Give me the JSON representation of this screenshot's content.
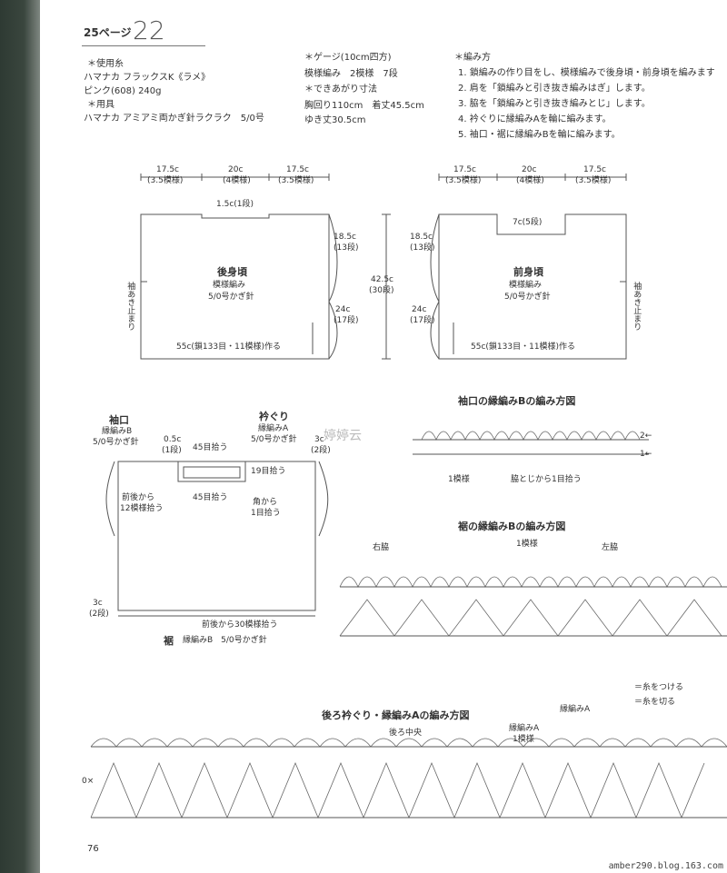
{
  "header": {
    "ref_page": "25ページ",
    "pattern_no": "22"
  },
  "materials": {
    "yarn_heading": "＊使用糸",
    "yarn_name": "ハマナカ フラックスK《ラメ》",
    "yarn_color": "ピンク(608) 240g",
    "tools_heading": "＊用具",
    "tools_name": "ハマナカ アミアミ両かぎ針ラクラク　5/0号"
  },
  "gauge": {
    "heading": "＊ゲージ(10cm四方)",
    "value": "模様編み　2模様　7段",
    "size_heading": "＊できあがり寸法",
    "size_line1": "胸回り110cm　着丈45.5cm",
    "size_line2": "ゆき丈30.5cm"
  },
  "instructions": {
    "heading": "＊編み方",
    "steps": [
      "1. 鎖編みの作り目をし、模様編みで後身頃・前身頃を編みます",
      "2. 肩を「鎖編みと引き抜き編みはぎ」します。",
      "3. 脇を「鎖編みと引き抜き編みとじ」します。",
      "4. 衿ぐりに縁編みAを輪に編みます。",
      "5. 袖口・裾に縁編みBを輪に編みます。"
    ]
  },
  "back_body": {
    "top_left": "17.5c",
    "top_left_sub": "(3.5模様)",
    "top_mid": "20c",
    "top_mid_sub": "(4模様)",
    "top_right": "17.5c",
    "top_right_sub": "(3.5模様)",
    "neck": "1.5c(1段)",
    "title": "後身頃",
    "stitch": "模様編み",
    "hook": "5/0号かぎ針",
    "upper": "18.5c",
    "upper_sub": "(13段)",
    "lower": "24c",
    "lower_sub": "(17段)",
    "bottom": "55c(鎖133目・11模様)作る",
    "side_note": "袖あき止まり"
  },
  "total": {
    "length": "42.5c",
    "rows": "(30段)"
  },
  "front_body": {
    "top_left": "17.5c",
    "top_left_sub": "(3.5模様)",
    "top_mid": "20c",
    "top_mid_sub": "(4模様)",
    "top_right": "17.5c",
    "top_right_sub": "(3.5模様)",
    "neck": "7c(5段)",
    "title": "前身頃",
    "stitch": "模様編み",
    "hook": "5/0号かぎ針",
    "upper": "18.5c",
    "upper_sub": "(13段)",
    "lower": "24c",
    "lower_sub": "(17段)",
    "bottom": "55c(鎖133目・11模様)作る",
    "side_note": "袖あき止まり"
  },
  "assembly": {
    "cuff_title": "袖口",
    "cuff_stitch": "縁編みB",
    "cuff_hook": "5/0号かぎ針",
    "cuff_pick": "前後から",
    "cuff_pick2": "12模様拾う",
    "neck_title": "衿ぐり",
    "neck_stitch": "縁編みA",
    "neck_hook": "5/0号かぎ針",
    "dim_05": "0.5c",
    "dim_05_sub": "(1段)",
    "pick_45_top": "45目拾う",
    "pick_19": "19目拾う",
    "pick_45_bottom": "45目拾う",
    "corner": "角から",
    "corner2": "1目拾う",
    "dim_3c_right": "3c",
    "dim_3c_right_sub": "(2段)",
    "dim_3c_left": "3c",
    "dim_3c_left_sub": "(2段)",
    "hem_pick": "前後から30模様拾う",
    "hem_title": "裾",
    "hem_stitch": "縁編みB　5/0号かぎ針"
  },
  "chart_cuff": {
    "title": "袖口の縁編みBの編み方図",
    "repeat": "1模様",
    "note": "脇とじから1目拾う",
    "row2": "2←",
    "row1": "1←"
  },
  "chart_hem": {
    "title": "裾の縁編みBの編み方図",
    "right_side": "右脇",
    "repeat": "1模様",
    "left_side": "左脇"
  },
  "legend": {
    "attach": "＝糸をつける",
    "cut": "＝糸を切る"
  },
  "chart_neck": {
    "title": "後ろ衿ぐり・縁編みAの編み方図",
    "center": "後ろ中央",
    "edging_a": "縁編みA",
    "repeat": "1模様",
    "edging_a2": "縁編みA",
    "row_start": "0×"
  },
  "watermark": "婷婷云",
  "page_number": "76",
  "footer_url": "amber290.blog.163.com",
  "colors": {
    "ink": "#444444",
    "spine": "#34403a",
    "paper": "#ffffff"
  }
}
